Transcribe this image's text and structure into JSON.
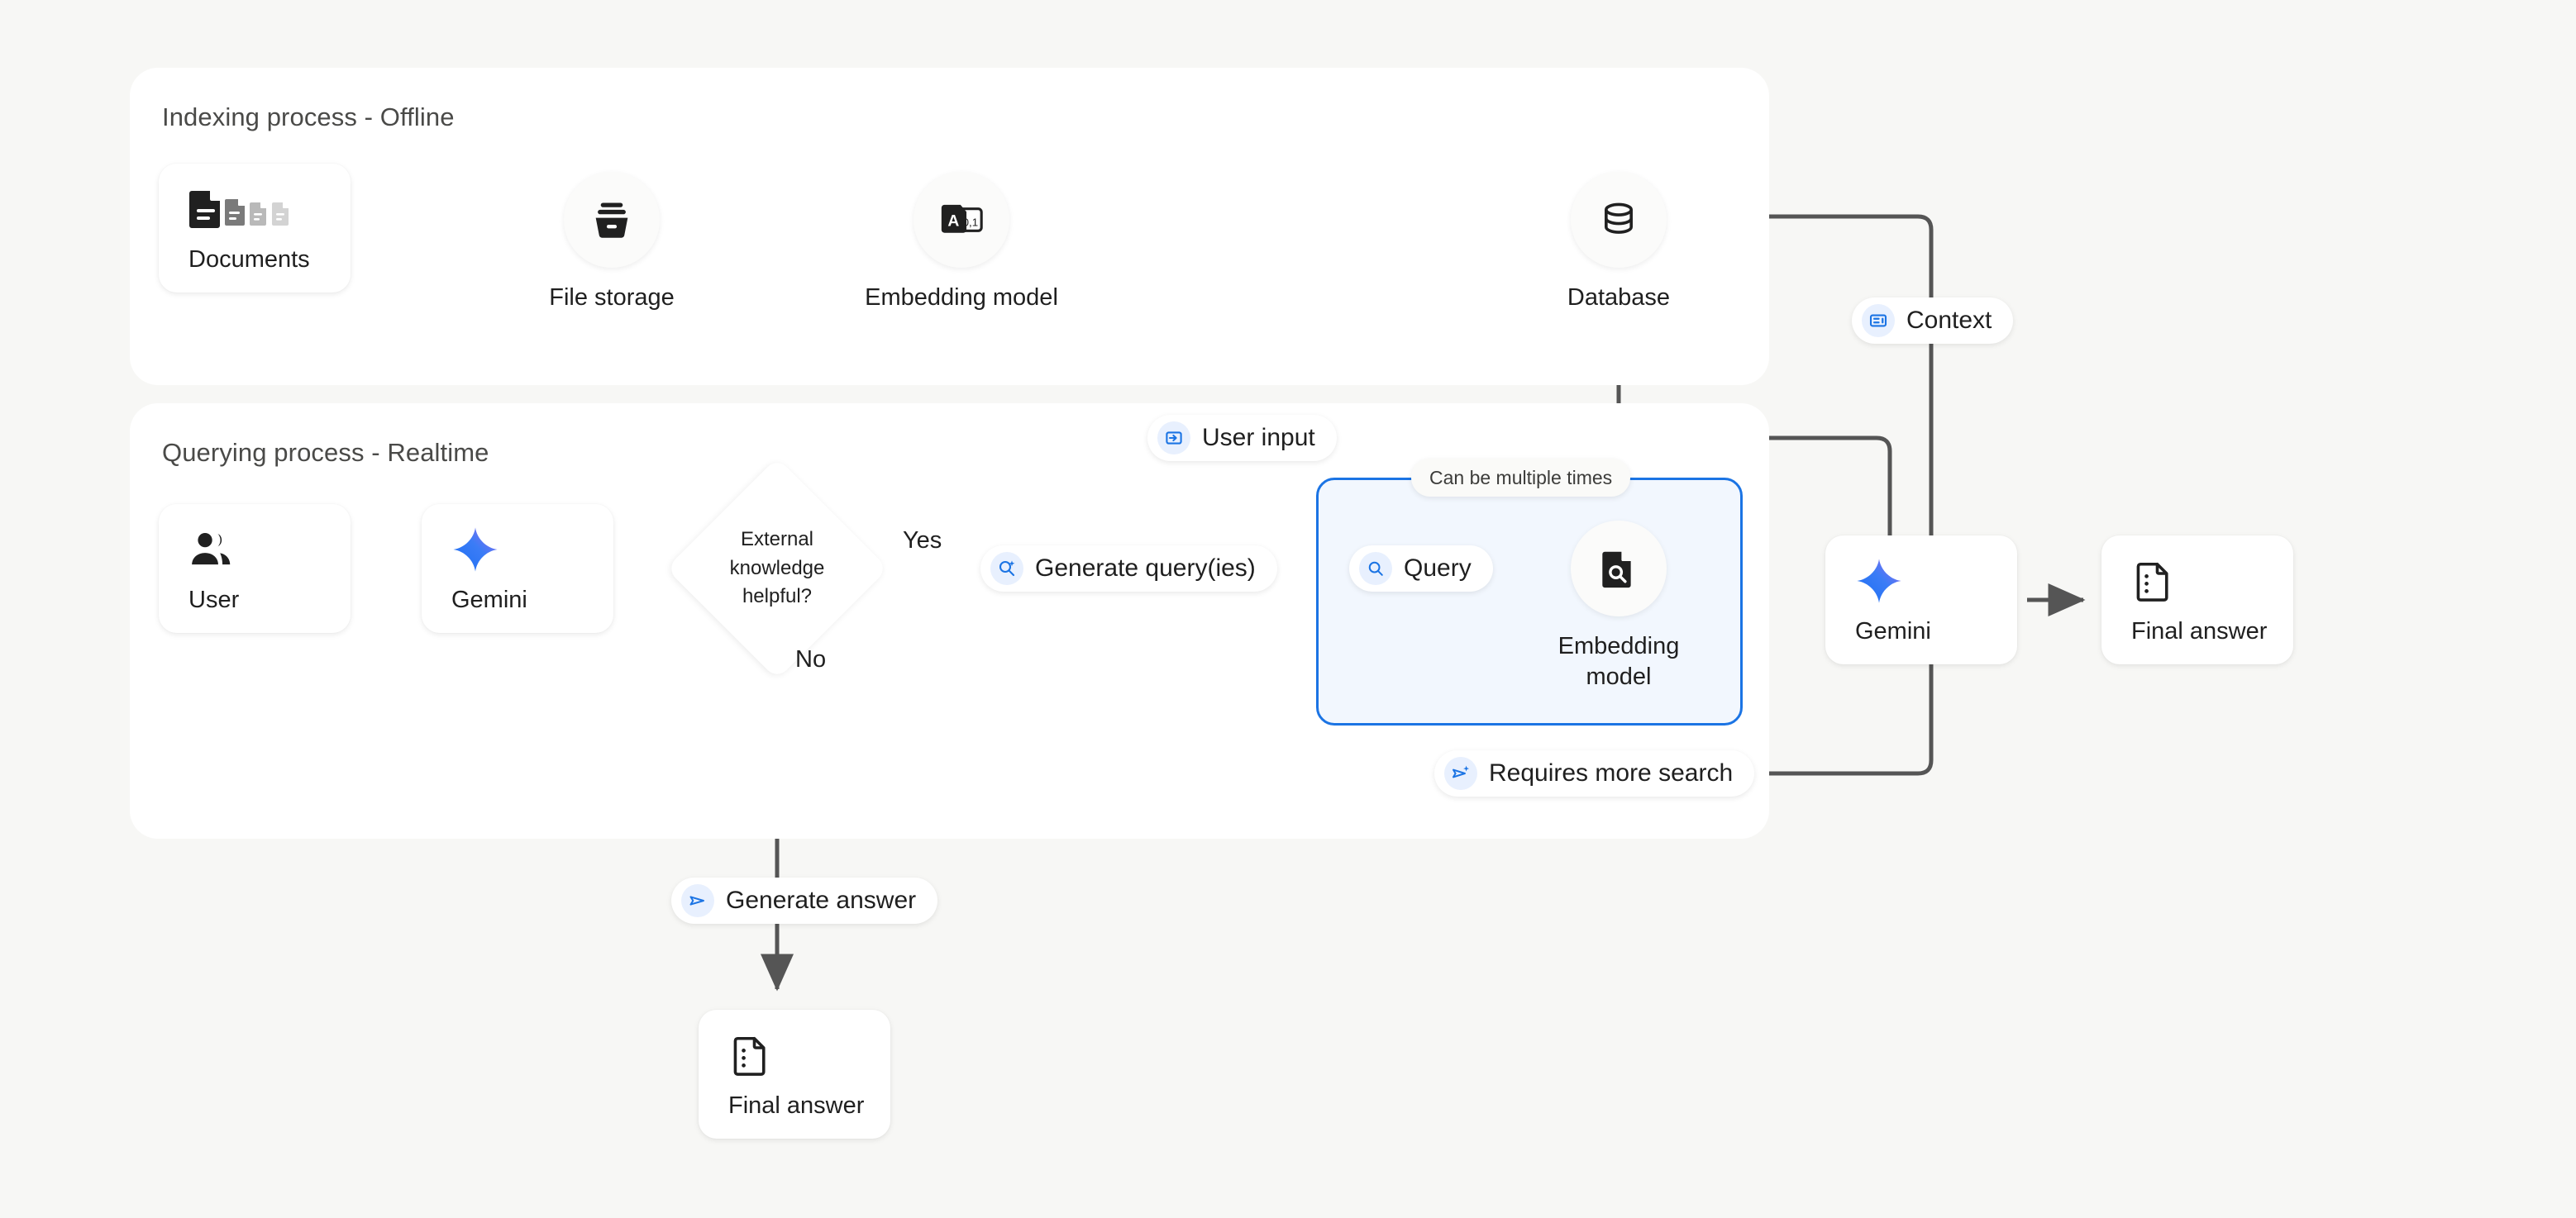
{
  "background": "#f7f7f5",
  "accent_blue": "#1b74e4",
  "line_color": "#555555",
  "panels": [
    {
      "title": "Indexing process - Offline"
    },
    {
      "title": "Querying process - Realtime"
    }
  ],
  "indexing": {
    "documents_card": {
      "label": "Documents",
      "icon": "documents-icon"
    },
    "file_storage": {
      "label": "File storage",
      "icon": "file-storage-icon"
    },
    "embedding_model": {
      "label": "Embedding model",
      "icon": "embedding-model-icon"
    },
    "database": {
      "label": "Database",
      "icon": "database-icon"
    }
  },
  "querying": {
    "user_card": {
      "label": "User",
      "icon": "users-icon"
    },
    "gemini_card": {
      "label": "Gemini",
      "icon": "gemini-sparkle-icon"
    },
    "decision": {
      "text": "External\nknowledge\nhelpful?"
    },
    "branch_yes": "Yes",
    "branch_no": "No",
    "generate_queries_pill": {
      "label": "Generate query(ies)",
      "icon": "search-sparkle-icon"
    },
    "query_pill": {
      "label": "Query",
      "icon": "search-icon"
    },
    "loop_note": "Can be multiple times",
    "loop_embedding_model": {
      "label": "Embedding\nmodel",
      "icon": "document-search-icon"
    },
    "requires_more_search_pill": {
      "label": "Requires more search",
      "icon": "send-sparkle-icon"
    },
    "user_input_pill": {
      "label": "User input",
      "icon": "input-arrow-icon"
    },
    "context_pill": {
      "label": "Context",
      "icon": "context-panel-icon"
    },
    "answer_gemini_card": {
      "label": "Gemini",
      "icon": "gemini-sparkle-icon"
    },
    "answer_final_card": {
      "label": "Final answer",
      "icon": "final-answer-icon"
    },
    "generate_answer_pill": {
      "label": "Generate answer",
      "icon": "send-icon"
    },
    "bottom_final_card": {
      "label": "Final answer",
      "icon": "final-answer-icon"
    }
  }
}
